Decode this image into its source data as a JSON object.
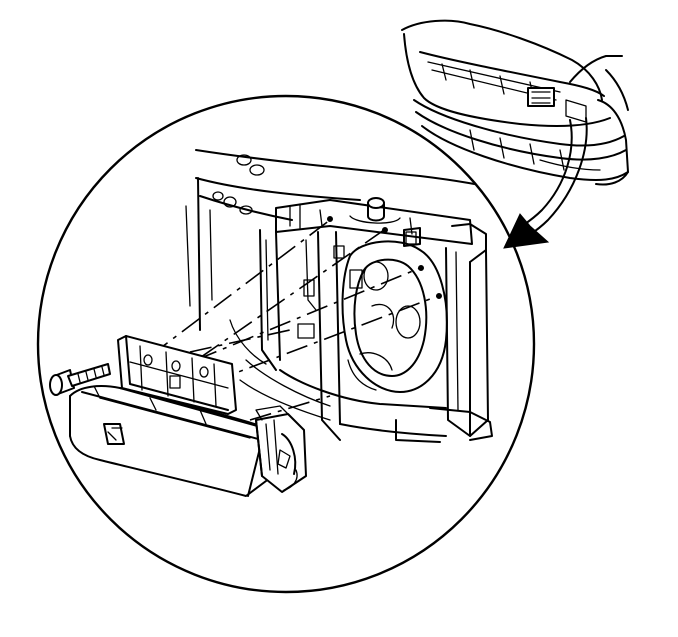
{
  "diagram": {
    "labels": [],
    "palette": {
      "line": "#000000",
      "background": "#ffffff"
    },
    "parts": [
      "vehicle-front-overview",
      "detail-magnifier-circle",
      "pointer-arrow",
      "radiator-support",
      "headlamp-mounting-bracket",
      "headlamp-assembly",
      "side-marker-lamp",
      "mounting-bolt",
      "alignment-guide-lines"
    ]
  }
}
